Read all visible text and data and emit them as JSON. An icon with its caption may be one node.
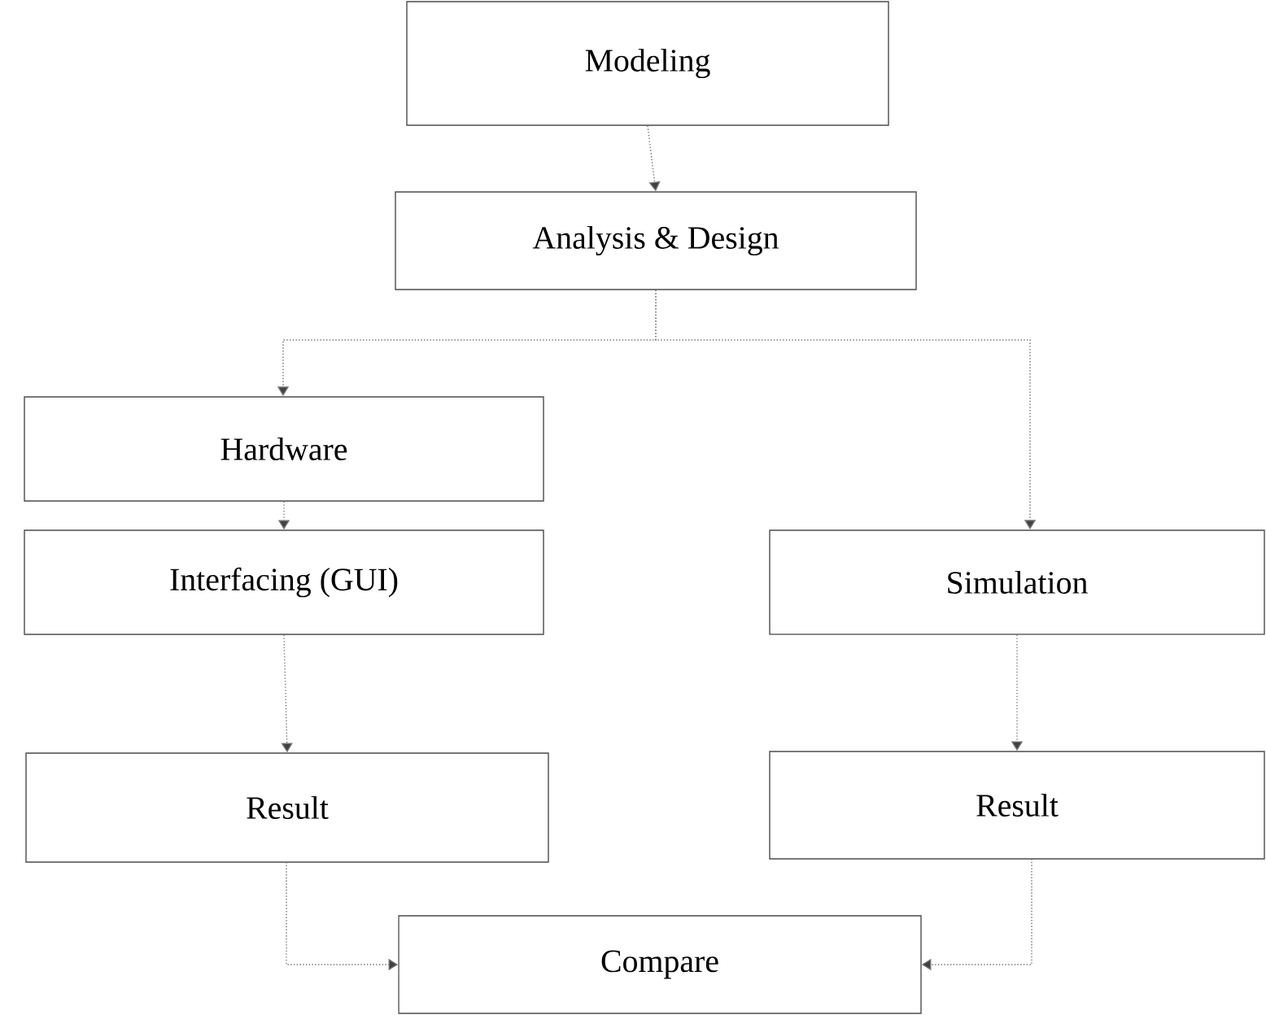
{
  "diagram": {
    "nodes": [
      {
        "text": [
          "Modeling"
        ]
      },
      {
        "text": [
          "Analysis & Design"
        ]
      },
      {
        "text": [
          "Hardware"
        ]
      },
      {
        "text": [
          "Interfacing (GUI)"
        ]
      },
      {
        "text": [
          "Result"
        ]
      },
      {
        "text": [
          "Simulation"
        ]
      },
      {
        "text": [
          "Result"
        ]
      },
      {
        "text": [
          "Compare"
        ]
      }
    ],
    "edges": [
      {
        "from": 0,
        "to": 1,
        "arrow": "to"
      },
      {
        "from": 1,
        "to": 2,
        "arrow": "to"
      },
      {
        "from": 1,
        "to": 5,
        "arrow": "to"
      },
      {
        "from": 2,
        "to": 3,
        "arrow": "to"
      },
      {
        "from": 3,
        "to": 4,
        "arrow": "to"
      },
      {
        "from": 5,
        "to": 6,
        "arrow": "to"
      },
      {
        "from": 4,
        "to": 7,
        "arrow": "to"
      },
      {
        "from": 6,
        "to": 7,
        "arrow": "to"
      }
    ]
  }
}
